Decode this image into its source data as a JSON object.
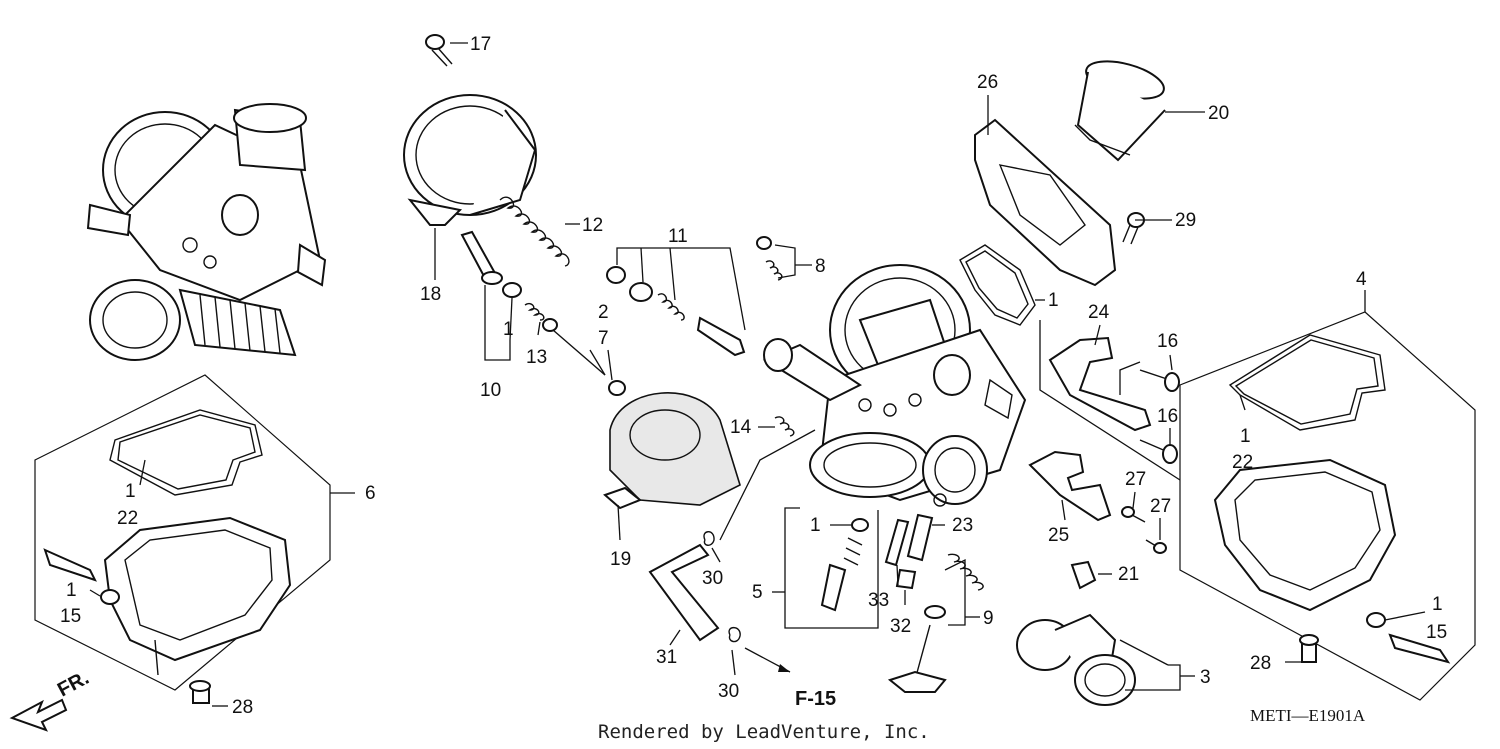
{
  "diagram": {
    "reference_label": "F-15",
    "credit": "Rendered by LeadVenture, Inc.",
    "diagram_code": "METI—E1901A",
    "front_indicator": "FR."
  },
  "callouts": [
    {
      "id": "c17",
      "text": "17"
    },
    {
      "id": "c20",
      "text": "20"
    },
    {
      "id": "c26",
      "text": "26"
    },
    {
      "id": "c12",
      "text": "12"
    },
    {
      "id": "c11",
      "text": "11"
    },
    {
      "id": "c18",
      "text": "18"
    },
    {
      "id": "c1a",
      "text": "1"
    },
    {
      "id": "c10",
      "text": "10"
    },
    {
      "id": "c13",
      "text": "13"
    },
    {
      "id": "c2",
      "text": "2"
    },
    {
      "id": "c7",
      "text": "7"
    },
    {
      "id": "c8",
      "text": "8"
    },
    {
      "id": "c29",
      "text": "29"
    },
    {
      "id": "c1b",
      "text": "1"
    },
    {
      "id": "c24",
      "text": "24"
    },
    {
      "id": "c4",
      "text": "4"
    },
    {
      "id": "c16a",
      "text": "16"
    },
    {
      "id": "c16b",
      "text": "16"
    },
    {
      "id": "c14",
      "text": "14"
    },
    {
      "id": "c1c",
      "text": "1"
    },
    {
      "id": "c22a",
      "text": "22"
    },
    {
      "id": "c6",
      "text": "6"
    },
    {
      "id": "c1d",
      "text": "1"
    },
    {
      "id": "c22b",
      "text": "22"
    },
    {
      "id": "c19",
      "text": "19"
    },
    {
      "id": "c27a",
      "text": "27"
    },
    {
      "id": "c27b",
      "text": "27"
    },
    {
      "id": "c25",
      "text": "25"
    },
    {
      "id": "c1e",
      "text": "1"
    },
    {
      "id": "c23",
      "text": "23"
    },
    {
      "id": "c21",
      "text": "21"
    },
    {
      "id": "c30a",
      "text": "30"
    },
    {
      "id": "c5",
      "text": "5"
    },
    {
      "id": "c33",
      "text": "33"
    },
    {
      "id": "c1f",
      "text": "1"
    },
    {
      "id": "c15a",
      "text": "15"
    },
    {
      "id": "c32",
      "text": "32"
    },
    {
      "id": "c9",
      "text": "9"
    },
    {
      "id": "c1g",
      "text": "1"
    },
    {
      "id": "c15b",
      "text": "15"
    },
    {
      "id": "c31",
      "text": "31"
    },
    {
      "id": "c3",
      "text": "3"
    },
    {
      "id": "c28a",
      "text": "28"
    },
    {
      "id": "c30b",
      "text": "30"
    },
    {
      "id": "c28b",
      "text": "28"
    }
  ]
}
